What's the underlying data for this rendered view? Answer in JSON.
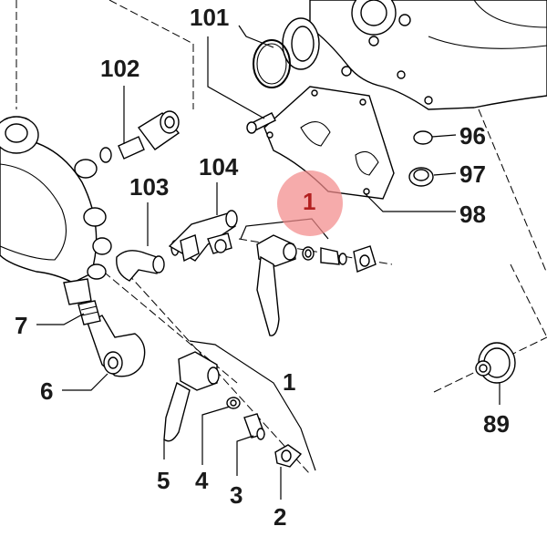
{
  "callouts": {
    "c101": "101",
    "c102": "102",
    "c103": "103",
    "c104": "104",
    "c96": "96",
    "c97": "97",
    "c98": "98",
    "c1_highlight": "1",
    "c1_lower": "1",
    "c7": "7",
    "c6": "6",
    "c5": "5",
    "c4": "4",
    "c3": "3",
    "c2": "2",
    "c89": "89"
  },
  "colors": {
    "highlight_fill": "#f28a8a",
    "highlight_text": "#b32020",
    "ink": "#000000"
  }
}
